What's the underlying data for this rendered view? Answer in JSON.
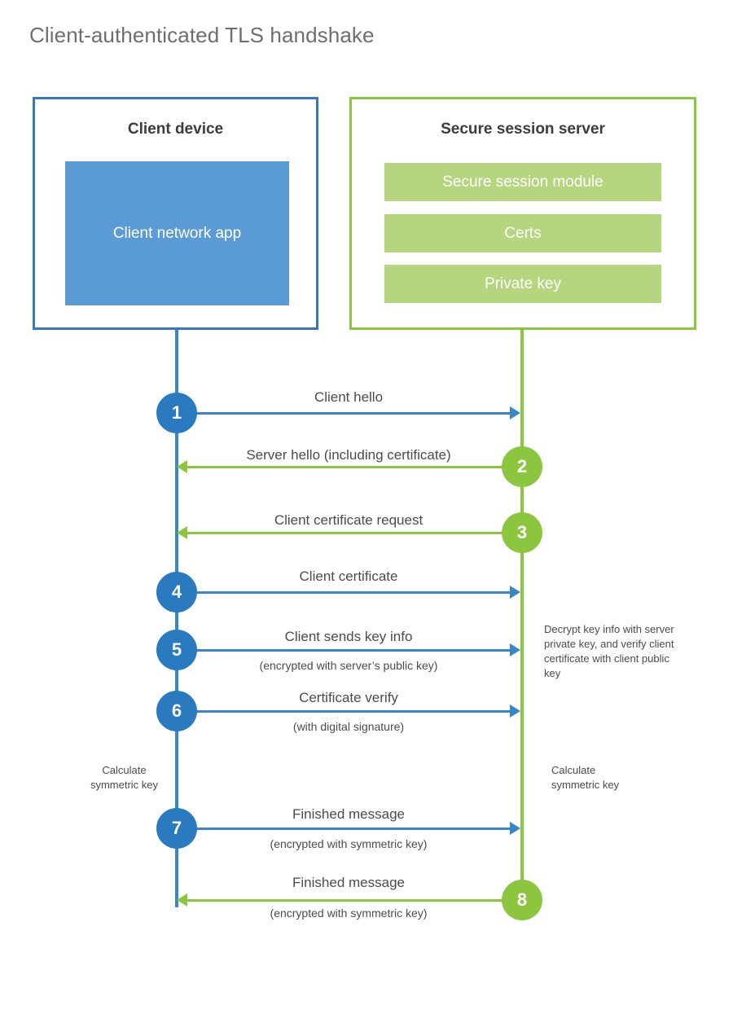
{
  "page": {
    "title": "Client-authenticated TLS handshake",
    "background": "#ffffff"
  },
  "colors": {
    "client_accent": "#3a76ba",
    "client_line": "#3a86c8",
    "client_circle": "#2a7ac0",
    "client_app_fill": "#5b9bd5",
    "server_accent": "#8cc63f",
    "server_module_fill": "#b5d57f",
    "title_text": "#6d6e70",
    "body_text": "#4a4b4d"
  },
  "participants": {
    "client": {
      "title": "Client device",
      "inner_block": "Client network app"
    },
    "server": {
      "title": "Secure session server",
      "modules": [
        "Secure session module",
        "Certs",
        "Private key"
      ]
    }
  },
  "steps": [
    {
      "number": "1",
      "label": "Client hello",
      "sublabel": "",
      "from": "client",
      "direction": "right"
    },
    {
      "number": "2",
      "label": "Server hello (including certificate)",
      "sublabel": "",
      "from": "server",
      "direction": "left"
    },
    {
      "number": "3",
      "label": "Client certificate request",
      "sublabel": "",
      "from": "server",
      "direction": "left"
    },
    {
      "number": "4",
      "label": "Client certificate",
      "sublabel": "",
      "from": "client",
      "direction": "right"
    },
    {
      "number": "5",
      "label": "Client sends key info",
      "sublabel": "(encrypted with server’s public key)",
      "from": "client",
      "direction": "right"
    },
    {
      "number": "6",
      "label": "Certificate verify",
      "sublabel": "(with digital signature)",
      "from": "client",
      "direction": "right"
    },
    {
      "number": "7",
      "label": "Finished message",
      "sublabel": "(encrypted with symmetric key)",
      "from": "client",
      "direction": "right"
    },
    {
      "number": "8",
      "label": "Finished message",
      "sublabel": "(encrypted with symmetric key)",
      "from": "server",
      "direction": "left"
    }
  ],
  "annotations": {
    "server_decrypt": "Decrypt key info with server private key, and verify client certificate with client public key",
    "client_calculate": "Calculate\nsymmetric key",
    "server_calculate": "Calculate\nsymmetric key"
  }
}
